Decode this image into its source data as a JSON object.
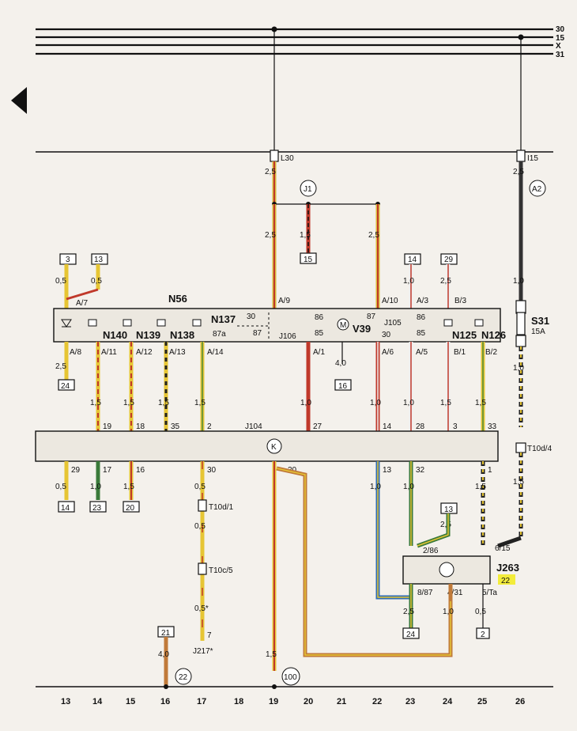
{
  "bus_labels": [
    "30",
    "15",
    "X",
    "31"
  ],
  "column_numbers": [
    "13",
    "14",
    "15",
    "16",
    "17",
    "18",
    "19",
    "20",
    "21",
    "22",
    "23",
    "24",
    "25",
    "26"
  ],
  "relay_block": {
    "N56": "N56",
    "N140": "N140",
    "N139": "N139",
    "N138": "N138",
    "N137": "N137",
    "J106": "J106",
    "V39": "V39",
    "J105": "J105",
    "N125": "N125",
    "N126": "N126",
    "t30": "30",
    "t87": "87",
    "t87a": "87a",
    "t86a": "86",
    "t85a": "85",
    "t87b": "87",
    "t30b": "30",
    "t86b": "86",
    "t85b": "85"
  },
  "connectors_top": [
    "A/7",
    "A/9",
    "A/10",
    "A/3",
    "B/3"
  ],
  "connectors_bottom": [
    "A/8",
    "A/11",
    "A/12",
    "A/13",
    "A/14",
    "A/1",
    "A/6",
    "A/5",
    "B/1",
    "B/2"
  ],
  "wire_labels": {
    "L30": "L30",
    "I15": "I15",
    "J1": "J1",
    "A2": "A2",
    "S31": "S31",
    "S31_rating": "15A",
    "J104": "J104",
    "K": "K",
    "T10d4": "T10d/4",
    "T10d1": "T10d/1",
    "T10c5": "T10c/5",
    "J217": "J217*",
    "J263": "J263",
    "J263_num": "22",
    "c286": "2/86",
    "c615": "6/15",
    "c887": "8/87",
    "c431": "4/31",
    "c5Ta": "5/Ta",
    "g22": "22",
    "g100": "100"
  },
  "gauges": {
    "c19_top": "2,5",
    "c19_mid": "2,5",
    "c20_mid": "1,5",
    "c22_mid": "2,5",
    "c26_top": "2,5",
    "c13": "0,5",
    "c14": "0,5",
    "c23": "1,0",
    "c24": "2,5",
    "c26_a": "1,0",
    "c26_b": "1,0",
    "c13_low": "2,5",
    "c21_low": "4,0",
    "r_1_14": "1,5",
    "r_1_15": "1,5",
    "r_1_16": "1,5",
    "r_1_17": "1,5",
    "r_1_20": "1,0",
    "r_1_22": "1,0",
    "r_1_23": "1,0",
    "r_1_24": "1,5",
    "r_1_25": "1,5",
    "b_13": "0,5",
    "b_14": "1,0",
    "b_15": "1,5",
    "b_17": "0,5",
    "b_22": "1,0",
    "b_23": "1,0",
    "b_25": "1,5",
    "b_26": "1,5",
    "t17a": "0,5",
    "t17b": "0,5*",
    "c23_low": "2,5",
    "j_23": "2,5",
    "j_24": "1,0",
    "j_25": "0,5",
    "g16": "4,0",
    "g19": "1,5"
  },
  "pins_top": [
    "19",
    "18",
    "35",
    "2",
    "27",
    "14",
    "28",
    "3",
    "33"
  ],
  "pins_bottom": [
    "29",
    "17",
    "16",
    "30",
    "20",
    "13",
    "32",
    "1"
  ],
  "refs": {
    "r3": "3",
    "r13": "13",
    "r15": "15",
    "r14": "14",
    "r29": "29",
    "r24a": "24",
    "r16": "16",
    "r14b": "14",
    "r23": "23",
    "r20": "20",
    "r13b": "13",
    "r24b": "24",
    "r2": "2",
    "r21": "21",
    "pin7": "7"
  }
}
